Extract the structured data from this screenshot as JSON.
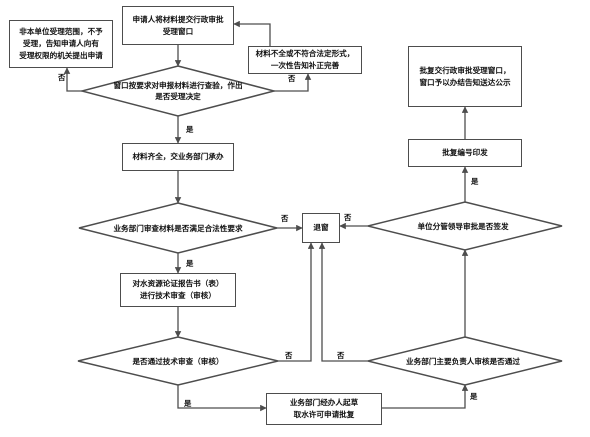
{
  "nodes": {
    "submit": "申请人将材料提交行政审批\n受理窗口",
    "not_accept": "非本单位受理范围，不予\n受理，告知申请人向有\n受理权限的机关提出申请",
    "incomplete": "材料不全或不符合法定形式，\n一次性告知补正完善",
    "review_decide": "窗口按要求对申报材料进行查验，作出\n是否受理决定",
    "complete_transfer": "材料齐全，交业务部门承办",
    "legality": "业务部门审查材料是否满足合法性要求",
    "return": "退窗",
    "tech_review": "对水资源论证报告书（表）\n进行技术审查（审核）",
    "pass_tech": "是否通过技术审查（审核）",
    "draft": "业务部门经办人起草\n取水许可申请批复",
    "dept_head": "业务部门主要负责人审核是否通过",
    "leader_sign": "单位分管领导审批是否签发",
    "number_print": "批复编号印发",
    "deliver": "批复交行政审批受理窗口，\n窗口予以办结告知送达公示"
  },
  "labels": {
    "no_left": "否",
    "no_right": "否",
    "yes_accept": "是",
    "yes_legal": "是",
    "no_legal": "否",
    "no_leader": "否",
    "yes_tech": "是",
    "no_tech": "否",
    "no_head": "否",
    "yes_head": "是",
    "yes_leader": "是"
  }
}
